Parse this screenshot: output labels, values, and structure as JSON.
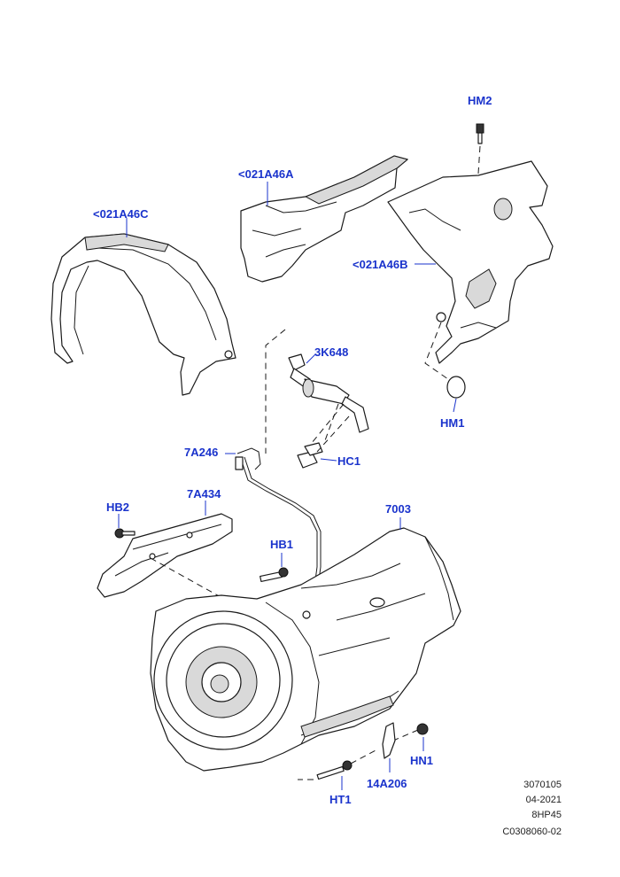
{
  "callouts": {
    "hm2": "HM2",
    "a46a": "<021A46A",
    "a46c": "<021A46C",
    "a46b": "<021A46B",
    "k648": "3K648",
    "hm1": "HM1",
    "a246": "7A246",
    "hc1": "HC1",
    "hb2": "HB2",
    "a434": "7A434",
    "p7003": "7003",
    "hb1": "HB1",
    "hn1": "HN1",
    "a206": "14A206",
    "ht1": "HT1"
  },
  "meta": {
    "line1": "3070105",
    "line2": "04-2021",
    "line3": "8HP45",
    "line4": "C0308060-02"
  },
  "colors": {
    "callout": "#1a33cc",
    "outline": "#1a1a1a"
  }
}
